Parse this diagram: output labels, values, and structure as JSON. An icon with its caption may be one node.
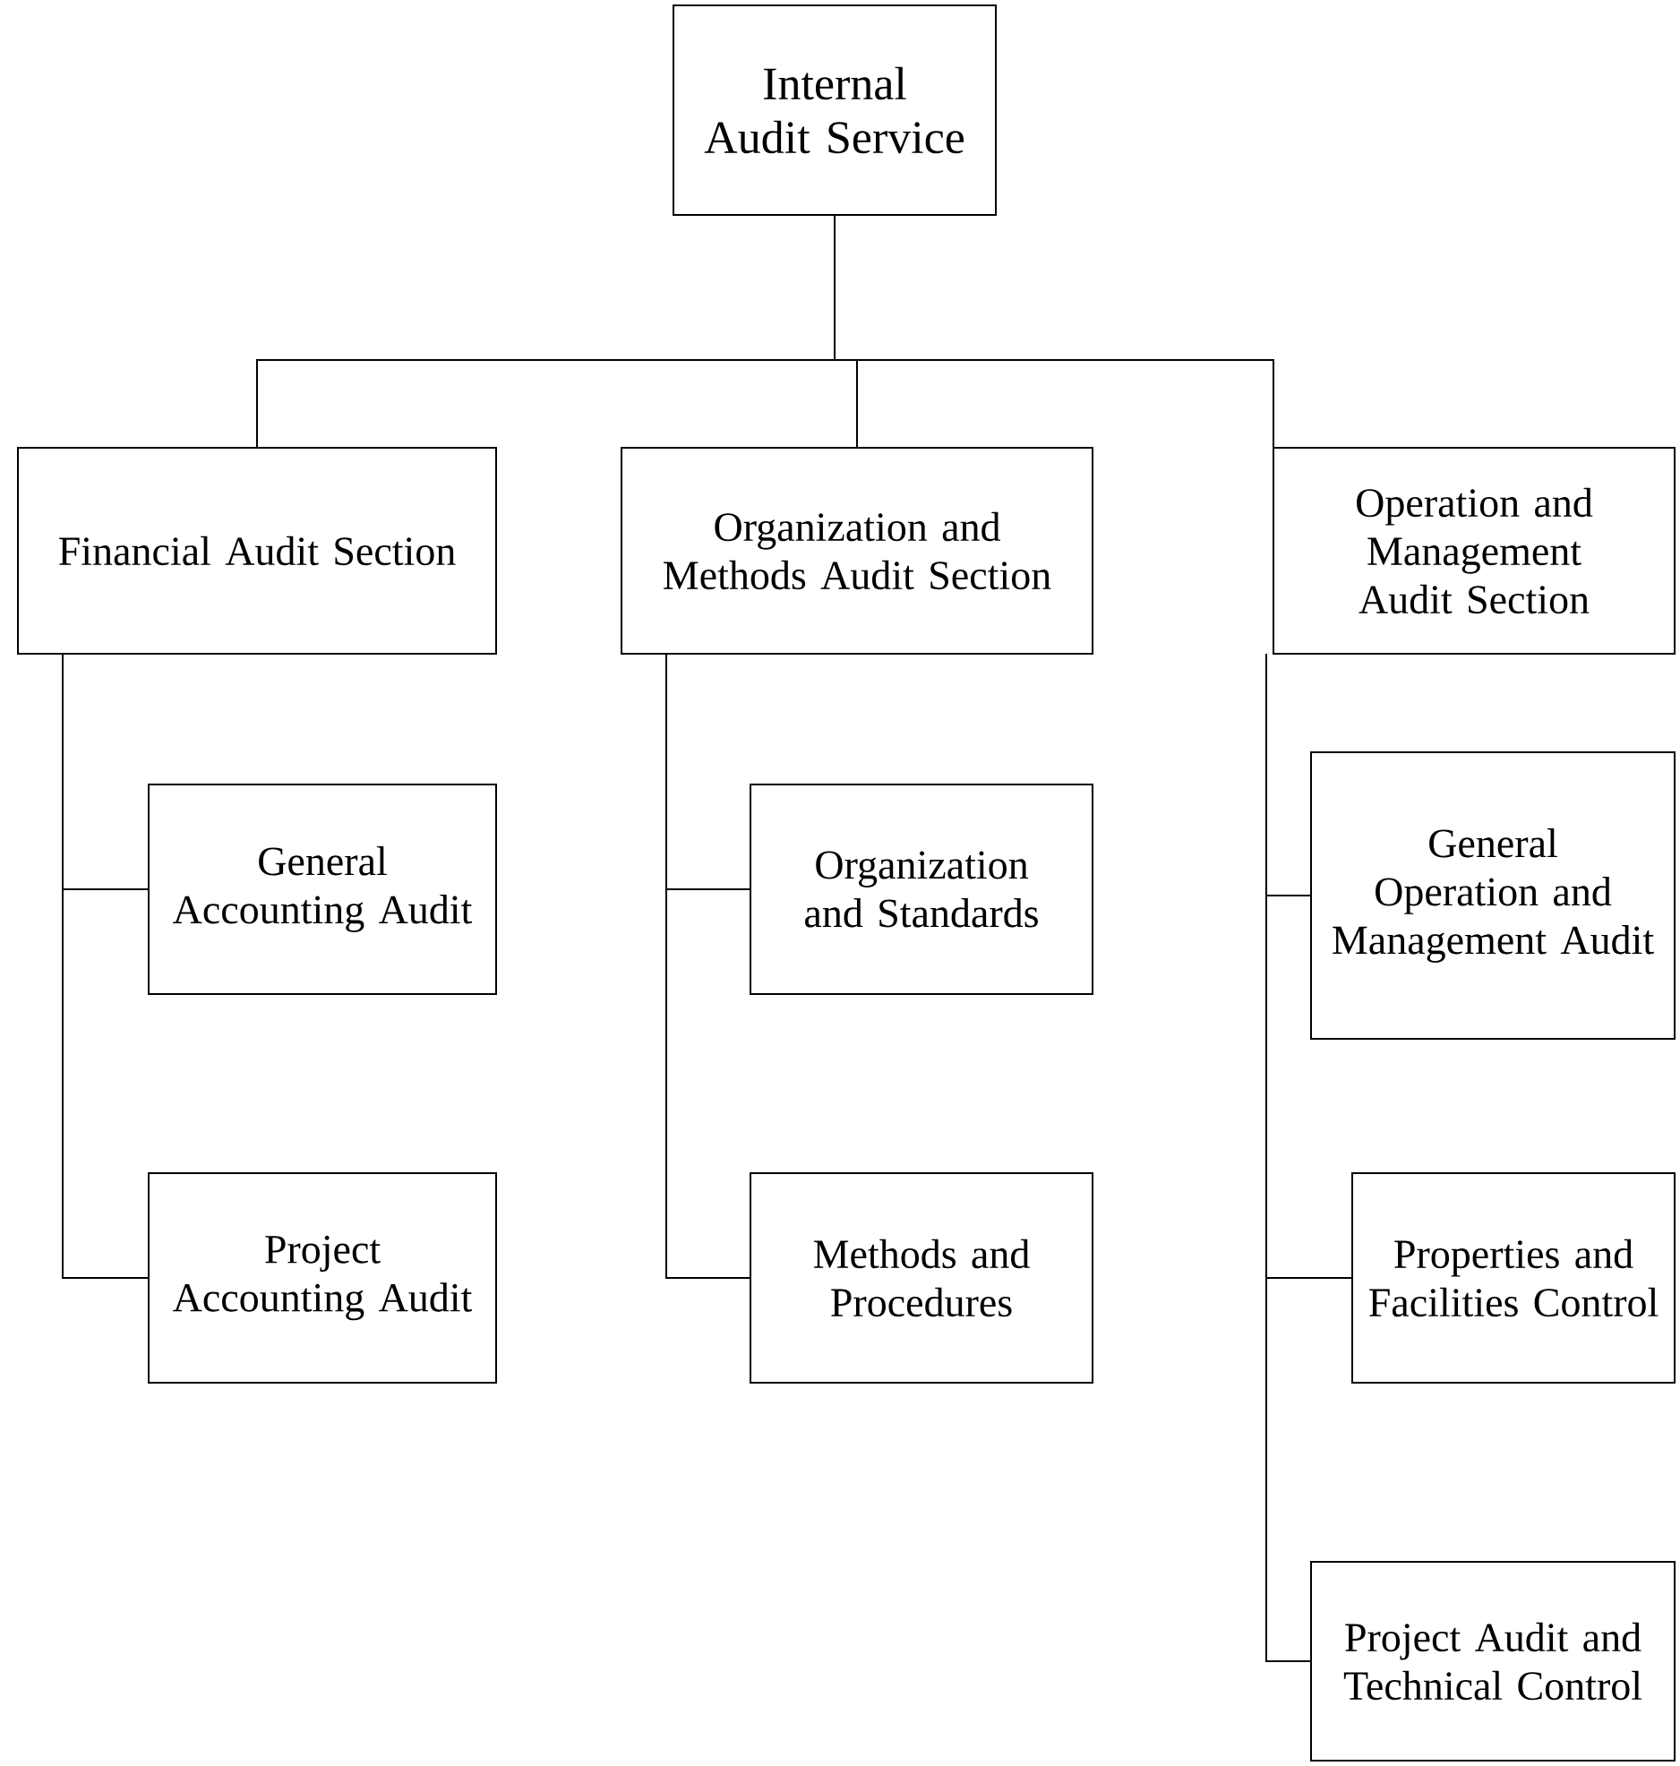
{
  "diagram": {
    "nodes": [
      {
        "text": [
          "Internal Audit Service"
        ]
      },
      {
        "text": [
          "Financial Audit Section"
        ]
      },
      {
        "text": [
          "Organization and Methods Audit Section"
        ]
      },
      {
        "text": [
          "Operation and Management Audit Section"
        ]
      },
      {
        "text": [
          "General Accounting Audit"
        ]
      },
      {
        "text": [
          "Project Accounting Audit"
        ]
      },
      {
        "text": [
          "Organization and Standards"
        ]
      },
      {
        "text": [
          "Methods and Procedures"
        ]
      },
      {
        "text": [
          "General Operation and Management Audit"
        ]
      },
      {
        "text": [
          "Properties and Facilities Control"
        ]
      },
      {
        "text": [
          "Project Audit and Technical Control"
        ]
      }
    ],
    "edges": [
      {
        "from": 0,
        "to": 1,
        "arrow": "none"
      },
      {
        "from": 0,
        "to": 2,
        "arrow": "none"
      },
      {
        "from": 0,
        "to": 3,
        "arrow": "none"
      },
      {
        "from": 1,
        "to": 4,
        "arrow": "none"
      },
      {
        "from": 1,
        "to": 5,
        "arrow": "none"
      },
      {
        "from": 2,
        "to": 6,
        "arrow": "none"
      },
      {
        "from": 2,
        "to": 7,
        "arrow": "none"
      },
      {
        "from": 3,
        "to": 8,
        "arrow": "none"
      },
      {
        "from": 3,
        "to": 9,
        "arrow": "none"
      },
      {
        "from": 3,
        "to": 10,
        "arrow": "none"
      }
    ]
  }
}
